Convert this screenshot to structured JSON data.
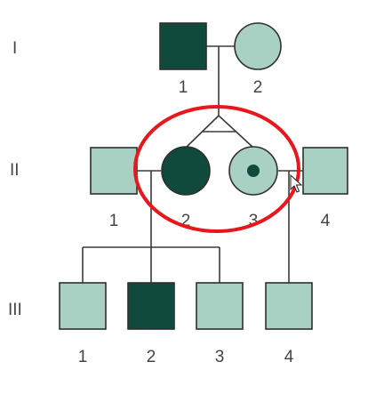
{
  "colors": {
    "affected": "#0f4a3c",
    "unaffected": "#a8d0c3",
    "stroke": "#2f2f2f",
    "carrier_dot": "#0f4a3c",
    "highlight": "#e8161d"
  },
  "generations": [
    {
      "label": "I"
    },
    {
      "label": "II"
    },
    {
      "label": "III"
    }
  ],
  "individuals": {
    "g1_1": {
      "num": "1",
      "shape": "square",
      "status": "affected"
    },
    "g1_2": {
      "num": "2",
      "shape": "circle",
      "status": "unaffected"
    },
    "g2_1": {
      "num": "1",
      "shape": "square",
      "status": "unaffected"
    },
    "g2_2": {
      "num": "2",
      "shape": "circle",
      "status": "affected"
    },
    "g2_3": {
      "num": "3",
      "shape": "circle",
      "status": "carrier"
    },
    "g2_4": {
      "num": "4",
      "shape": "square",
      "status": "unaffected"
    },
    "g3_1": {
      "num": "1",
      "shape": "square",
      "status": "unaffected"
    },
    "g3_2": {
      "num": "2",
      "shape": "square",
      "status": "affected"
    },
    "g3_3": {
      "num": "3",
      "shape": "square",
      "status": "unaffected"
    },
    "g3_4": {
      "num": "4",
      "shape": "square",
      "status": "unaffected"
    }
  },
  "annotations": {
    "twins_circled": true,
    "cursor_icon": "mouse-pointer-icon"
  }
}
